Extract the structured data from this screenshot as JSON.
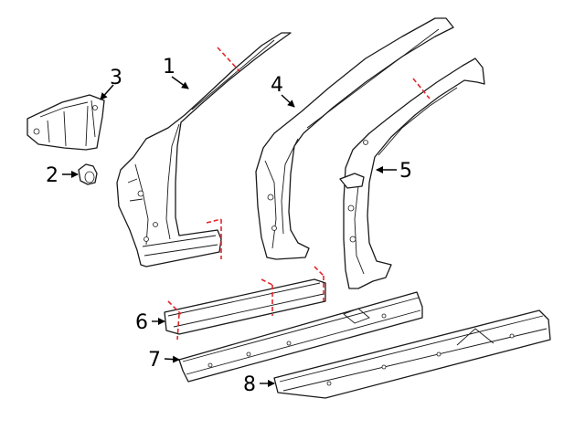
{
  "diagram": {
    "callouts": [
      {
        "id": "1",
        "label": "1"
      },
      {
        "id": "2",
        "label": "2"
      },
      {
        "id": "3",
        "label": "3"
      },
      {
        "id": "4",
        "label": "4"
      },
      {
        "id": "5",
        "label": "5"
      },
      {
        "id": "6",
        "label": "6"
      },
      {
        "id": "7",
        "label": "7"
      },
      {
        "id": "8",
        "label": "8"
      }
    ],
    "colors": {
      "outline": "#1a1a1a",
      "cut_line": "#e3262b",
      "background": "#ffffff"
    }
  }
}
